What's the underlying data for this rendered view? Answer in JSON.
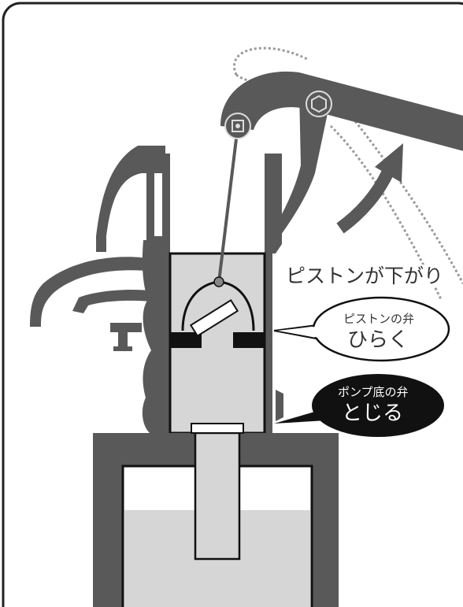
{
  "labels": {
    "main": "ピストンが下がり",
    "piston_valve": {
      "name": "ピストンの弁",
      "state": "ひらく"
    },
    "bottom_valve": {
      "name": "ポンプ底の弁",
      "state": "とじる"
    }
  },
  "colors": {
    "dark": "#595959",
    "water": "#d6d6d6",
    "black": "#111111",
    "dotted": "#9a9a9a",
    "white": "#ffffff"
  }
}
